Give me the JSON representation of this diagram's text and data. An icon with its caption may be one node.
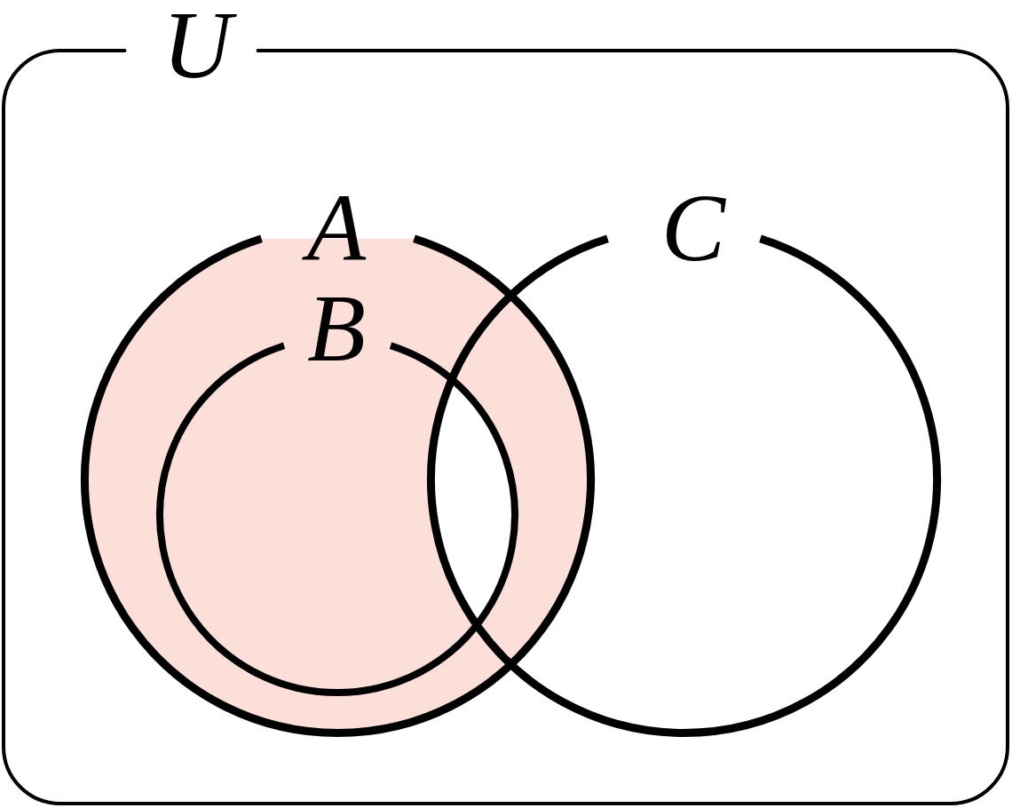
{
  "diagram": {
    "nodes": [
      {
        "text": [
          "U"
        ]
      },
      {
        "text": [
          "A"
        ],
        "in": 0
      },
      {
        "text": [
          "B"
        ],
        "in": 1
      },
      {
        "text": [
          "C"
        ],
        "in": 0
      }
    ]
  }
}
